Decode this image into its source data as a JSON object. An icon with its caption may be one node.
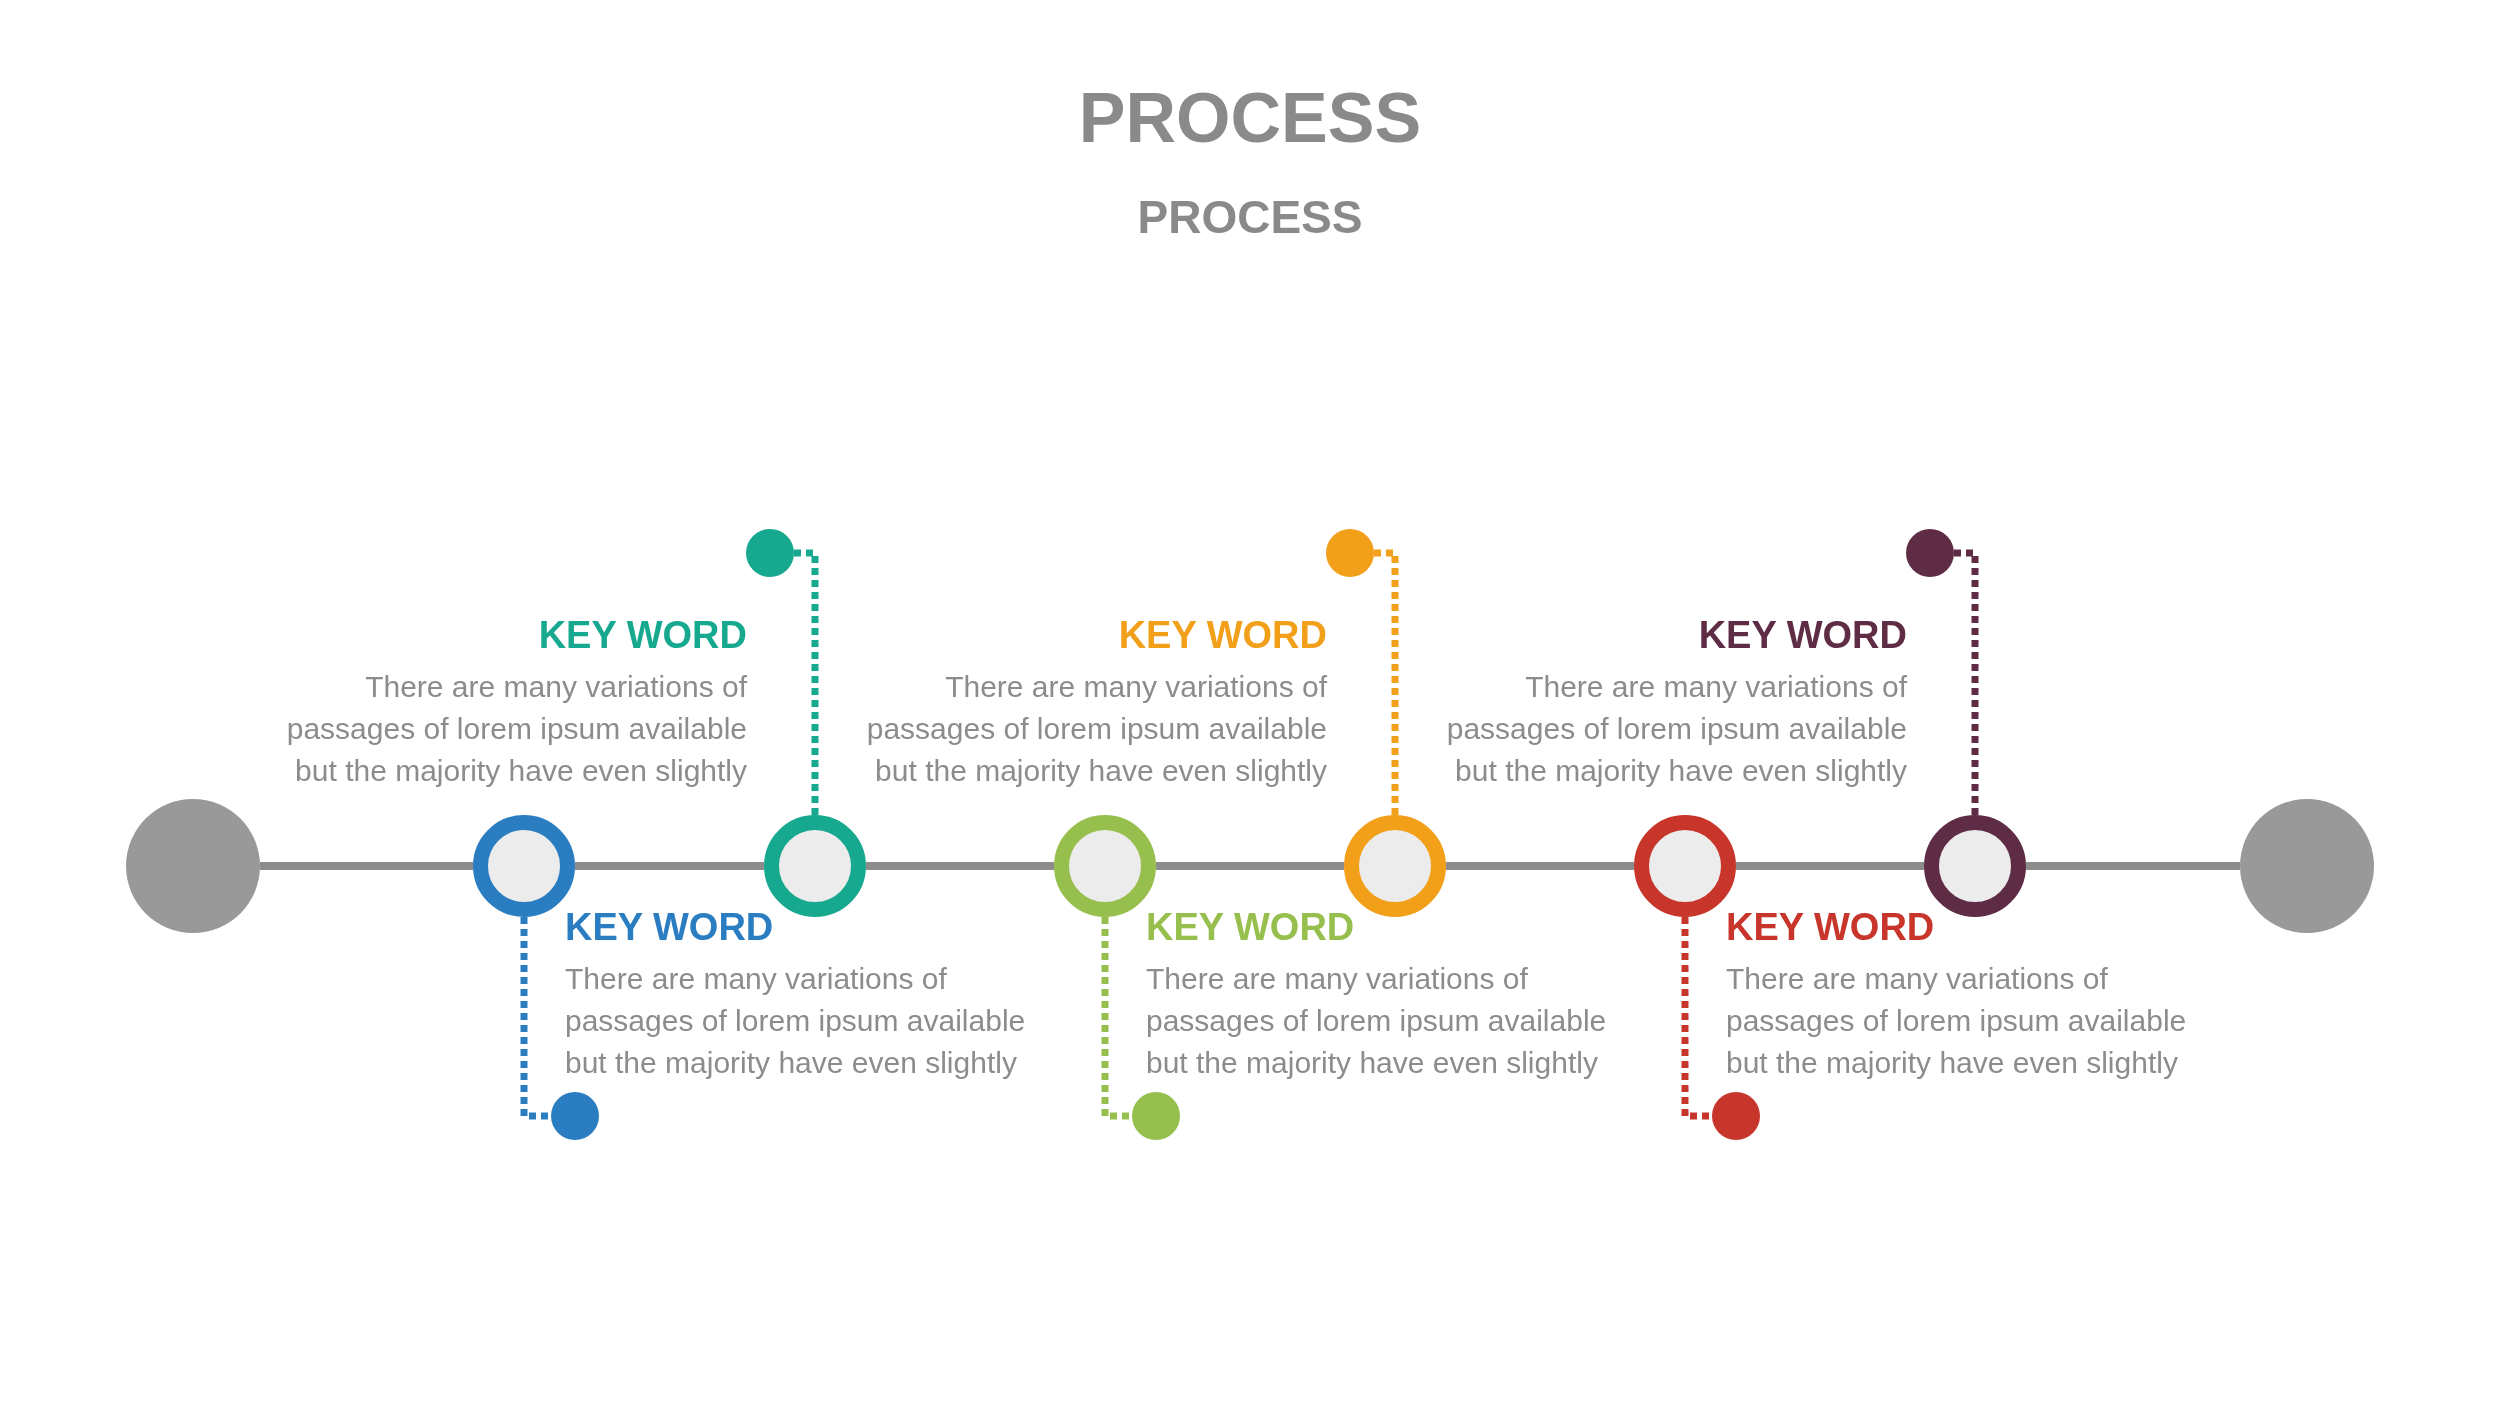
{
  "diagram": {
    "title": "PROCESS",
    "nodes": [
      {
        "text": [],
        "shape": "circle"
      },
      {
        "text": [],
        "shape": "circle",
        "beside": [
          "KEY WORD",
          "There are many variations of passages of lorem ipsum available but the majority have even slightly"
        ]
      },
      {
        "text": [],
        "shape": "circle",
        "beside": [
          "KEY WORD",
          "There are many variations of passages of lorem ipsum available but the majority have even slightly"
        ]
      },
      {
        "text": [],
        "shape": "circle",
        "beside": [
          "KEY WORD",
          "There are many variations of passages of lorem ipsum available but the majority have even slightly"
        ]
      },
      {
        "text": [],
        "shape": "circle",
        "beside": [
          "KEY WORD",
          "There are many variations of passages of lorem ipsum available but the majority have even slightly"
        ]
      },
      {
        "text": [],
        "shape": "circle",
        "beside": [
          "KEY WORD",
          "There are many variations of passages of lorem ipsum available but the majority have even slightly"
        ]
      },
      {
        "text": [],
        "shape": "circle",
        "beside": [
          "KEY WORD",
          "There are many variations of passages of lorem ipsum available but the majority have even slightly"
        ]
      },
      {
        "text": [],
        "shape": "circle"
      },
      {
        "text": [],
        "shape": "circle"
      },
      {
        "text": [],
        "shape": "circle"
      },
      {
        "text": [],
        "shape": "circle"
      },
      {
        "text": [],
        "shape": "circle"
      },
      {
        "text": [],
        "shape": "circle"
      },
      {
        "text": [],
        "shape": "circle"
      }
    ],
    "edges": [
      {
        "from": 0,
        "to": 1,
        "arrow": "none"
      },
      {
        "from": 1,
        "to": 2,
        "arrow": "none"
      },
      {
        "from": 2,
        "to": 3,
        "arrow": "none"
      },
      {
        "from": 3,
        "to": 4,
        "arrow": "none"
      },
      {
        "from": 4,
        "to": 5,
        "arrow": "none"
      },
      {
        "from": 5,
        "to": 6,
        "arrow": "none"
      },
      {
        "from": 6,
        "to": 7,
        "arrow": "none"
      },
      {
        "from": 1,
        "to": 8,
        "arrow": "none",
        "style": "dashed",
        "color": "#2a7dc0"
      },
      {
        "from": 2,
        "to": 9,
        "arrow": "none",
        "style": "dashed",
        "color": "#17a98f"
      },
      {
        "from": 3,
        "to": 10,
        "arrow": "none",
        "style": "dashed",
        "color": "#97bf4e"
      },
      {
        "from": 4,
        "to": 11,
        "arrow": "none",
        "style": "dashed",
        "color": "#f29f1a"
      },
      {
        "from": 5,
        "to": 12,
        "arrow": "none",
        "style": "dashed",
        "color": "#c8352b"
      },
      {
        "from": 6,
        "to": 13,
        "arrow": "none",
        "style": "dashed",
        "color": "#5e2d45"
      }
    ],
    "labels": [
      "PROCESS"
    ]
  }
}
